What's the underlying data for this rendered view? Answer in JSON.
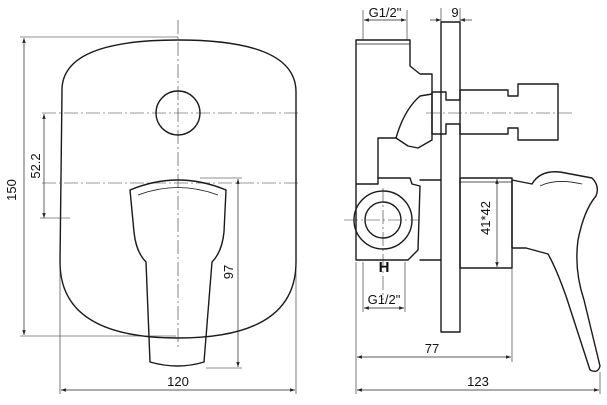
{
  "front_view": {
    "dim_height_total": "150",
    "dim_spacing": "52.2",
    "dim_lever_height": "97",
    "dim_width": "120"
  },
  "side_view": {
    "dim_top_thread": "G1/2\"",
    "dim_plate_thickness": "9",
    "dim_body_size": "41*42",
    "dim_bottom_thread": "G1/2\"",
    "dim_depth_body": "77",
    "dim_depth_total": "123",
    "inlet_mark": "H"
  },
  "colors": {
    "line": "#1a1a1a",
    "background": "#ffffff"
  }
}
